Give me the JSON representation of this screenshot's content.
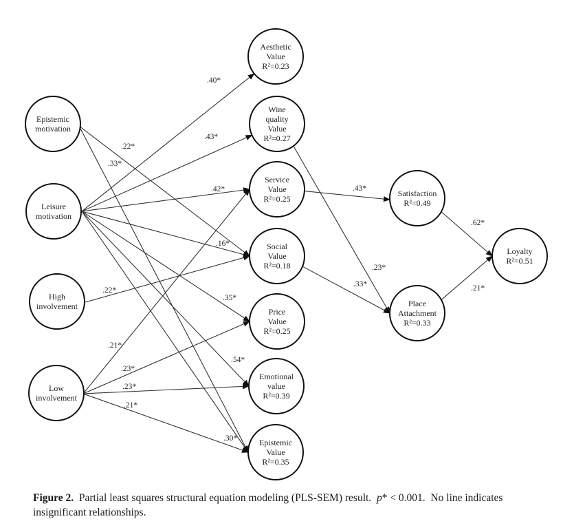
{
  "figure": {
    "nodes": [
      {
        "id": "epistemic_motivation",
        "lines": [
          "Epistemic",
          "motivation"
        ]
      },
      {
        "id": "leisure_motivation",
        "lines": [
          "Leisure",
          "motivation"
        ]
      },
      {
        "id": "high_involvement",
        "lines": [
          "High",
          "involvement"
        ]
      },
      {
        "id": "low_involvement",
        "lines": [
          "Low",
          "involvement"
        ]
      },
      {
        "id": "aesthetic_value",
        "lines": [
          "Aesthetic",
          "Value",
          "R²=0.23"
        ]
      },
      {
        "id": "wine_quality_value",
        "lines": [
          "Wine",
          "quality",
          "Value",
          "R²=0.27"
        ]
      },
      {
        "id": "service_value",
        "lines": [
          "Service",
          "Value",
          "R²=0.25"
        ]
      },
      {
        "id": "social_value",
        "lines": [
          "Social",
          "Value",
          "R²=0.18"
        ]
      },
      {
        "id": "price_value",
        "lines": [
          "Price",
          "Value",
          "R²=0.25"
        ]
      },
      {
        "id": "emotional_value",
        "lines": [
          "Emotional",
          "value",
          "R²=0.39"
        ]
      },
      {
        "id": "epistemic_value",
        "lines": [
          "Epistemic",
          "Value",
          "R²=0.35"
        ]
      },
      {
        "id": "satisfaction",
        "lines": [
          "Satisfaction",
          "R²=0.49"
        ]
      },
      {
        "id": "place_attachment",
        "lines": [
          "Place",
          "Attachment",
          "R²=0.33"
        ]
      },
      {
        "id": "loyalty",
        "lines": [
          "Loyalty",
          "R²=0.51"
        ]
      }
    ],
    "edges": [
      {
        "from": "epistemic_motivation",
        "to": "social_value",
        "label": ".22*"
      },
      {
        "from": "epistemic_motivation",
        "to": "epistemic_value",
        "label": ".33*"
      },
      {
        "from": "leisure_motivation",
        "to": "aesthetic_value",
        "label": ".40*"
      },
      {
        "from": "leisure_motivation",
        "to": "wine_quality_value",
        "label": ".43*"
      },
      {
        "from": "leisure_motivation",
        "to": "service_value",
        "label": ".42*"
      },
      {
        "from": "leisure_motivation",
        "to": "social_value",
        "label": ".16*"
      },
      {
        "from": "leisure_motivation",
        "to": "price_value",
        "label": ".35*"
      },
      {
        "from": "leisure_motivation",
        "to": "emotional_value",
        "label": ".54*"
      },
      {
        "from": "leisure_motivation",
        "to": "epistemic_value",
        "label": ".30*"
      },
      {
        "from": "high_involvement",
        "to": "social_value",
        "label": ".22*"
      },
      {
        "from": "low_involvement",
        "to": "service_value",
        "label": ".21*"
      },
      {
        "from": "low_involvement",
        "to": "price_value",
        "label": ".23*"
      },
      {
        "from": "low_involvement",
        "to": "emotional_value",
        "label": ".23*"
      },
      {
        "from": "low_involvement",
        "to": "epistemic_value",
        "label": ".21*"
      },
      {
        "from": "wine_quality_value",
        "to": "place_attachment",
        "label": ".23*"
      },
      {
        "from": "service_value",
        "to": "satisfaction",
        "label": ".43*"
      },
      {
        "from": "social_value",
        "to": "place_attachment",
        "label": ".33*"
      },
      {
        "from": "satisfaction",
        "to": "loyalty",
        "label": ".62*"
      },
      {
        "from": "place_attachment",
        "to": "loyalty",
        "label": ".21*"
      }
    ]
  },
  "caption": {
    "label": "Figure 2.",
    "text_before": "Partial least squares structural equation modeling (PLS-SEM) result.",
    "p_symbol": "p",
    "p_rest": "* < 0.001.",
    "text_after": "No line indicates insignificant relationships."
  }
}
